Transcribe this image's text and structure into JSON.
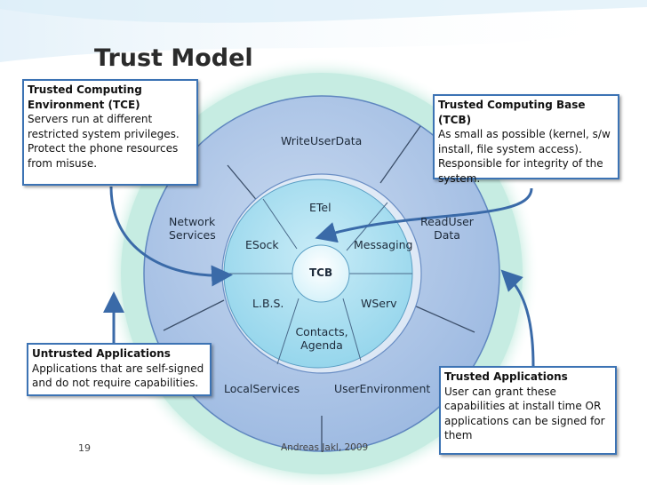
{
  "title": "Trust Model",
  "slide_number": "19",
  "author": "Andreas Jakl, 2009",
  "colors": {
    "outer_ring": "#a9c3e6",
    "middle_ring": "#e3ecf7",
    "inner_circle": "#a9dff0",
    "tcb_circle": "#e8f8fc",
    "border": "#3c73b4",
    "arrow": "#3a6aa8",
    "halo": "#c3ebe0"
  },
  "outer_ring": {
    "write_user_data": "WriteUserData",
    "network_services": "Network Services",
    "read_user_data": "ReadUser Data",
    "local_services": "LocalServices",
    "user_environment": "UserEnvironment"
  },
  "inner_ring": {
    "etel": "ETel",
    "esock": "ESock",
    "messaging": "Messaging",
    "lbs": "L.B.S.",
    "wserv": "WServ",
    "contacts": "Contacts, Agenda"
  },
  "center": "TCB",
  "callouts": {
    "tce": {
      "title": "Trusted Computing Environment (TCE)",
      "body": "Servers run at different restricted system privileges. Protect the phone resources from misuse."
    },
    "tcb": {
      "title": "Trusted Computing Base (TCB)",
      "body": "As small as possible (kernel, s/w install, file system access). Responsible for integrity of the system."
    },
    "untrusted": {
      "title": "Untrusted Applications",
      "body": "Applications that are self-signed and do not require capabilities."
    },
    "trusted": {
      "title": "Trusted Applications",
      "body": "User can grant these capabilities at install time OR applications can be signed for them"
    }
  }
}
